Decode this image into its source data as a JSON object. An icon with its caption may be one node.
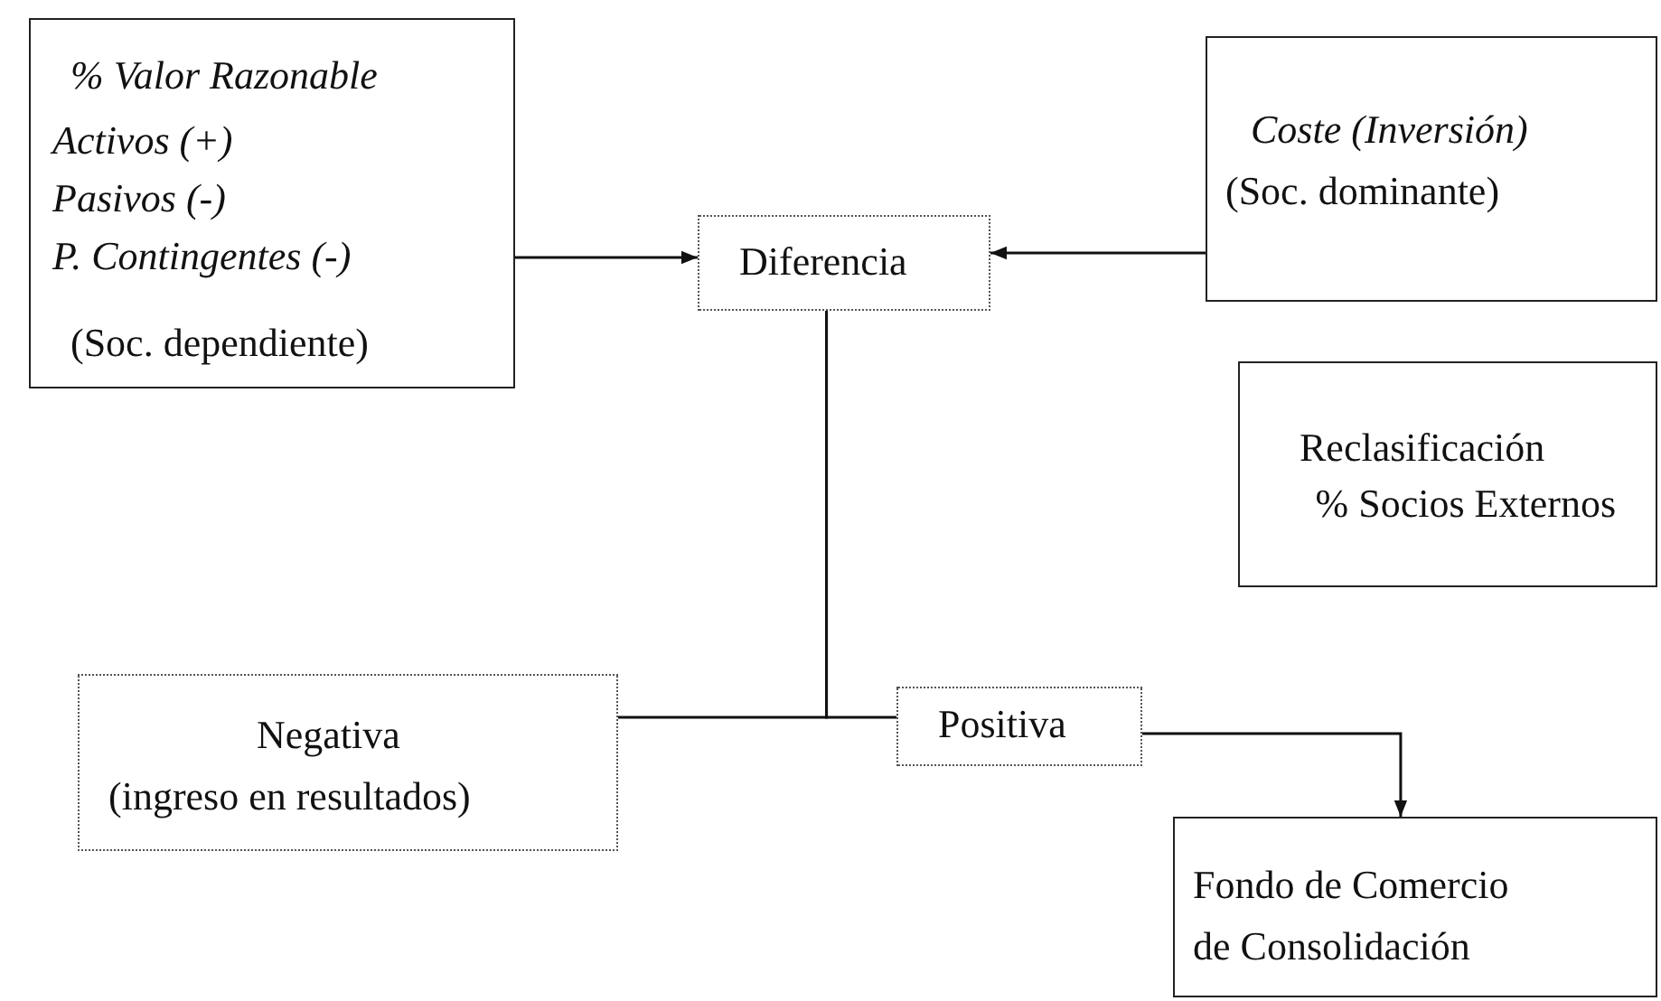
{
  "diagram": {
    "nodes": [
      {
        "text": [
          "% Valor Razonable",
          "Activos (+)",
          "Pasivos (-)",
          "P. Contingentes (-)",
          "(Soc. dependiente)"
        ]
      },
      {
        "text": [
          "Diferencia"
        ]
      },
      {
        "text": [
          "Coste (Inversión)",
          "(Soc. dominante)"
        ]
      },
      {
        "text": [
          "Reclasificación",
          "% Socios Externos"
        ]
      },
      {
        "text": [
          "Negativa",
          "(ingreso en resultados)"
        ]
      },
      {
        "text": [
          "Positiva"
        ]
      },
      {
        "text": [
          "Fondo de Comercio de Consolidación"
        ]
      }
    ],
    "edges": [
      {
        "from": 0,
        "to": 1,
        "arrow": "to"
      },
      {
        "from": 2,
        "to": 1,
        "arrow": "to"
      },
      {
        "from": 1,
        "to": 4,
        "arrow": "none"
      },
      {
        "from": 1,
        "to": 5,
        "arrow": "none"
      },
      {
        "from": 5,
        "to": 6,
        "arrow": "to"
      }
    ]
  }
}
